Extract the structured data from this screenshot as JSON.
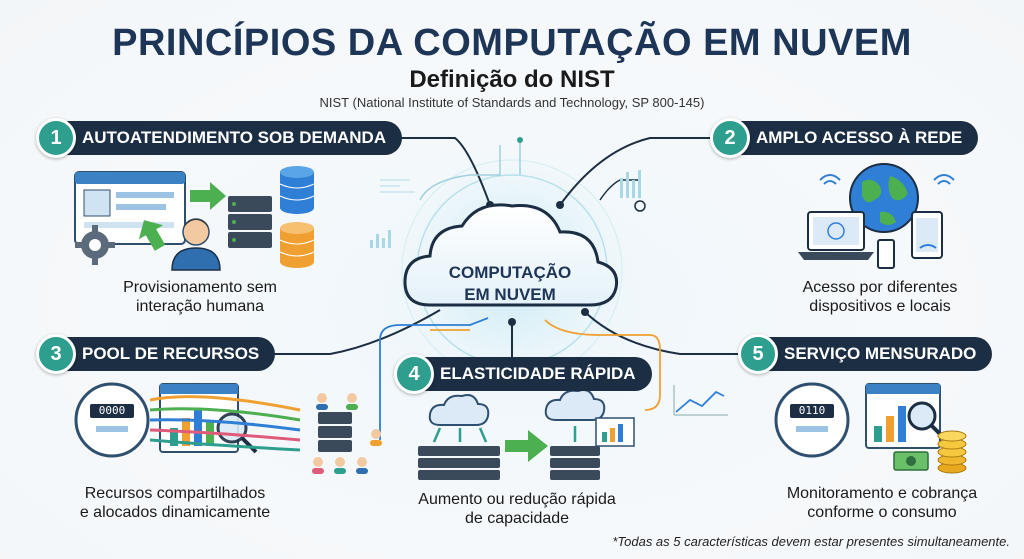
{
  "title": "PRINCÍPIOS DA COMPUTAÇÃO EM NUVEM",
  "subtitle": "Definição do NIST",
  "source": "NIST (National Institute of Standards and Technology, SP 800-145)",
  "center": {
    "line1": "COMPUTAÇÃO",
    "line2": "EM NUVEM"
  },
  "principles": [
    {
      "number": "1",
      "label": "AUTOATENDIMENTO SOB DEMANDA",
      "caption1": "Provisionamento sem",
      "caption2": "interação humana"
    },
    {
      "number": "2",
      "label": "AMPLO ACESSO À REDE",
      "caption1": "Acesso por diferentes",
      "caption2": "dispositivos e locais"
    },
    {
      "number": "3",
      "label": "POOL DE RECURSOS",
      "caption1": "Recursos compartilhados",
      "caption2": "e alocados dinamicamente"
    },
    {
      "number": "4",
      "label": "ELASTICIDADE RÁPIDA",
      "caption1": "Aumento ou redução rápida",
      "caption2": "de capacidade"
    },
    {
      "number": "5",
      "label": "SERVIÇO MENSURADO",
      "caption1": "Monitoramento e cobrança",
      "caption2": "conforme o consumo"
    }
  ],
  "meter_digits": {
    "left": "0000",
    "right": "0110"
  },
  "footnote": "*Todas as 5 características devem estar presentes simultaneamente.",
  "colors": {
    "navy": "#1c2e44",
    "teal": "#2e9e8f",
    "title": "#1d3557",
    "orange": "#f0a030",
    "green": "#4caf50",
    "blue": "#2f7fd6"
  }
}
